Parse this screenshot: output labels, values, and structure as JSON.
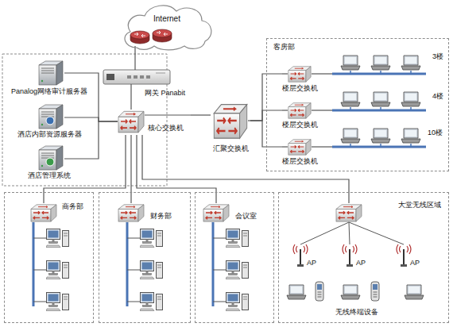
{
  "diagram": {
    "nodes": [
      {
        "text": [
          "Internet"
        ]
      },
      {
        "text": [
          "网关 Panabit"
        ]
      },
      {
        "text": [
          "Panalog网络审计服务器"
        ]
      },
      {
        "text": [
          "酒店内部资源服务器"
        ]
      },
      {
        "text": [
          "酒店管理系统"
        ]
      },
      {
        "text": [
          "核心交换机"
        ]
      },
      {
        "text": [
          "汇聚交换机"
        ]
      },
      {
        "text": [
          "客房部"
        ]
      },
      {
        "text": [
          "楼层交换机"
        ],
        "in": 7
      },
      {
        "text": [
          "楼层交换机"
        ],
        "in": 7
      },
      {
        "text": [
          "楼层交换机"
        ],
        "in": 7
      },
      {
        "text": [
          "商务部"
        ]
      },
      {
        "text": [
          "财务部"
        ]
      },
      {
        "text": [
          "会议室"
        ]
      },
      {
        "text": [
          "大堂无线区域"
        ]
      }
    ],
    "edges": [
      {
        "from": 0,
        "to": 1,
        "arrow": "none"
      },
      {
        "from": 1,
        "to": 5,
        "arrow": "none"
      },
      {
        "from": 5,
        "to": 2,
        "arrow": "none"
      },
      {
        "from": 5,
        "to": 3,
        "arrow": "none"
      },
      {
        "from": 5,
        "to": 4,
        "arrow": "none"
      },
      {
        "from": 5,
        "to": 6,
        "arrow": "none"
      },
      {
        "from": 6,
        "to": 8,
        "arrow": "none"
      },
      {
        "from": 6,
        "to": 9,
        "arrow": "none"
      },
      {
        "from": 6,
        "to": 10,
        "arrow": "none"
      },
      {
        "from": 5,
        "to": 11,
        "arrow": "none"
      },
      {
        "from": 5,
        "to": 12,
        "arrow": "none"
      },
      {
        "from": 5,
        "to": 13,
        "arrow": "none"
      },
      {
        "from": 5,
        "to": 14,
        "arrow": "none"
      }
    ],
    "labels": [
      "3楼",
      "4楼",
      "10楼",
      "AP",
      "AP",
      "AP",
      "无线终端设备"
    ]
  }
}
